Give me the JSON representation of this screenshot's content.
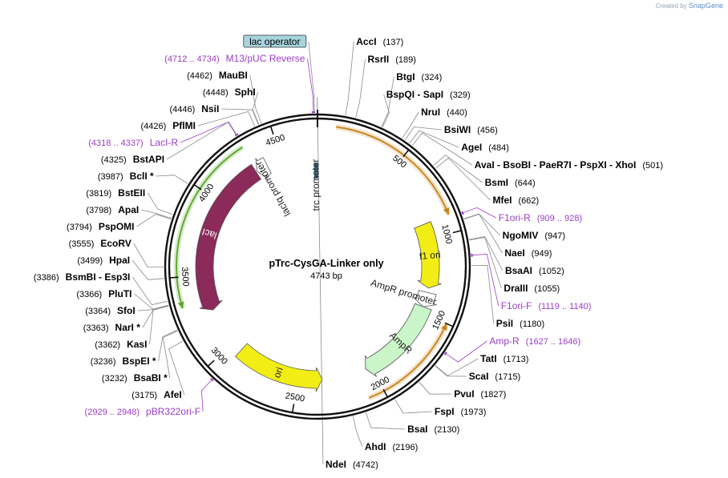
{
  "credit": {
    "prefix": "Created by",
    "brand": "SnapGene"
  },
  "plasmid": {
    "name": "pTrc-CysGA-Linker only",
    "length": "4743 bp",
    "total_bp": 4743
  },
  "ticks": [
    {
      "bp": 500,
      "label": "500"
    },
    {
      "bp": 1000,
      "label": "1000"
    },
    {
      "bp": 1500,
      "label": "1500"
    },
    {
      "bp": 2000,
      "label": "2000"
    },
    {
      "bp": 2500,
      "label": "2500"
    },
    {
      "bp": 3000,
      "label": "3000"
    },
    {
      "bp": 3500,
      "label": "3500"
    },
    {
      "bp": 4000,
      "label": "4000"
    },
    {
      "bp": 4500,
      "label": "4500"
    }
  ],
  "features": [
    {
      "name": "lacI",
      "start": 3260,
      "end": 4310,
      "color": "#8c2a5a",
      "track": "inner",
      "direction": "ccw"
    },
    {
      "name": "lacIq promoter",
      "start": 4318,
      "end": 4395,
      "color": "#ffffff",
      "track": "inner",
      "direction": "ccw"
    },
    {
      "name": "f1 ori",
      "start": 900,
      "end": 1330,
      "color": "#f2ee15",
      "track": "inner",
      "direction": "cw"
    },
    {
      "name": "AmpR promoter",
      "start": 1360,
      "end": 1460,
      "color": "#ffffff",
      "track": "inner",
      "direction": "cw"
    },
    {
      "name": "AmpR",
      "start": 1460,
      "end": 2040,
      "color": "#c9f5c9",
      "track": "inner",
      "direction": "cw"
    },
    {
      "name": "ori",
      "start": 2340,
      "end": 2930,
      "color": "#f2ee15",
      "track": "inner",
      "direction": "ccw"
    },
    {
      "name": "trc promoter",
      "start": 4730,
      "end": 4735,
      "color": "#3a6f8a",
      "track": "inner",
      "direction": "cw"
    }
  ],
  "orfs": [
    {
      "start": 100,
      "end": 900,
      "color": "#c7831a",
      "direction": "cw"
    },
    {
      "start": 1500,
      "end": 2090,
      "color": "#c7831a",
      "direction": "ccw"
    },
    {
      "start": 3330,
      "end": 4320,
      "color": "#5ba82a",
      "direction": "ccw"
    }
  ],
  "labels": [
    {
      "kind": "site",
      "name": "NdeI",
      "pos": "(4742)",
      "star": "",
      "bp": 4742,
      "side": "right"
    },
    {
      "kind": "site",
      "name": "AccI",
      "pos": "(137)",
      "star": "",
      "bp": 137,
      "side": "right"
    },
    {
      "kind": "site",
      "name": "RsrII",
      "pos": "(189)",
      "star": "",
      "bp": 189,
      "side": "right"
    },
    {
      "kind": "site",
      "name": "BtgI",
      "pos": "(324)",
      "star": "",
      "bp": 324,
      "side": "right"
    },
    {
      "kind": "site",
      "name": "BspQI - SapI",
      "pos": "(329)",
      "star": "",
      "bp": 329,
      "side": "right"
    },
    {
      "kind": "site",
      "name": "NruI",
      "pos": "(440)",
      "star": "",
      "bp": 440,
      "side": "right"
    },
    {
      "kind": "site",
      "name": "BsiWI",
      "pos": "(456)",
      "star": "",
      "bp": 456,
      "side": "right"
    },
    {
      "kind": "site",
      "name": "AgeI",
      "pos": "(484)",
      "star": "",
      "bp": 484,
      "side": "right"
    },
    {
      "kind": "site",
      "name": "AvaI - BsoBI - PaeR7I - PspXI - XhoI",
      "pos": "(501)",
      "star": "",
      "bp": 501,
      "side": "right"
    },
    {
      "kind": "site",
      "name": "BsmI",
      "pos": "(644)",
      "star": "",
      "bp": 644,
      "side": "right"
    },
    {
      "kind": "site",
      "name": "MfeI",
      "pos": "(662)",
      "star": "",
      "bp": 662,
      "side": "right"
    },
    {
      "kind": "primer",
      "name": "F1ori-R",
      "pos": "(909 .. 928)",
      "star": "",
      "bp": 918,
      "side": "right"
    },
    {
      "kind": "site",
      "name": "NgoMIV",
      "pos": "(947)",
      "star": "",
      "bp": 947,
      "side": "right"
    },
    {
      "kind": "site",
      "name": "NaeI",
      "pos": "(949)",
      "star": "",
      "bp": 949,
      "side": "right"
    },
    {
      "kind": "site",
      "name": "BsaAI",
      "pos": "(1052)",
      "star": "",
      "bp": 1052,
      "side": "right"
    },
    {
      "kind": "site",
      "name": "DraIII",
      "pos": "(1055)",
      "star": "",
      "bp": 1055,
      "side": "right"
    },
    {
      "kind": "primer",
      "name": "F1ori-F",
      "pos": "(1119 .. 1140)",
      "star": "",
      "bp": 1130,
      "side": "right"
    },
    {
      "kind": "site",
      "name": "PsiI",
      "pos": "(1180)",
      "star": "",
      "bp": 1180,
      "side": "right"
    },
    {
      "kind": "primer",
      "name": "Amp-R",
      "pos": "(1627 .. 1646)",
      "star": "",
      "bp": 1636,
      "side": "right"
    },
    {
      "kind": "site",
      "name": "TatI",
      "pos": "(1713)",
      "star": "",
      "bp": 1713,
      "side": "right"
    },
    {
      "kind": "site",
      "name": "ScaI",
      "pos": "(1715)",
      "star": "",
      "bp": 1715,
      "side": "right"
    },
    {
      "kind": "site",
      "name": "PvuI",
      "pos": "(1827)",
      "star": "",
      "bp": 1827,
      "side": "right"
    },
    {
      "kind": "site",
      "name": "FspI",
      "pos": "(1973)",
      "star": "",
      "bp": 1973,
      "side": "right"
    },
    {
      "kind": "site",
      "name": "BsaI",
      "pos": "(2130)",
      "star": "",
      "bp": 2130,
      "side": "right"
    },
    {
      "kind": "site",
      "name": "AhdI",
      "pos": "(2196)",
      "star": "",
      "bp": 2196,
      "side": "right"
    },
    {
      "kind": "primer",
      "name": "pBR322ori-F",
      "pos": "(2929 .. 2948)",
      "star": "",
      "bp": 2938,
      "side": "left"
    },
    {
      "kind": "site",
      "name": "AfeI",
      "pos": "(3175)",
      "star": "",
      "bp": 3175,
      "side": "left"
    },
    {
      "kind": "site",
      "name": "BsaBI",
      "pos": "(3232)",
      "star": "*",
      "bp": 3232,
      "side": "left"
    },
    {
      "kind": "site",
      "name": "BspEI",
      "pos": "(3236)",
      "star": "*",
      "bp": 3236,
      "side": "left"
    },
    {
      "kind": "site",
      "name": "KasI",
      "pos": "(3362)",
      "star": "",
      "bp": 3362,
      "side": "left"
    },
    {
      "kind": "site",
      "name": "NarI",
      "pos": "(3363)",
      "star": "*",
      "bp": 3363,
      "side": "left"
    },
    {
      "kind": "site",
      "name": "SfoI",
      "pos": "(3364)",
      "star": "",
      "bp": 3364,
      "side": "left"
    },
    {
      "kind": "site",
      "name": "PluTI",
      "pos": "(3366)",
      "star": "",
      "bp": 3366,
      "side": "left"
    },
    {
      "kind": "site",
      "name": "BsmBI - Esp3I",
      "pos": "(3386)",
      "star": "",
      "bp": 3386,
      "side": "left"
    },
    {
      "kind": "site",
      "name": "HpaI",
      "pos": "(3499)",
      "star": "",
      "bp": 3499,
      "side": "left"
    },
    {
      "kind": "site",
      "name": "EcoRV",
      "pos": "(3555)",
      "star": "",
      "bp": 3555,
      "side": "left"
    },
    {
      "kind": "site",
      "name": "PspOMI",
      "pos": "(3794)",
      "star": "",
      "bp": 3794,
      "side": "left"
    },
    {
      "kind": "site",
      "name": "ApaI",
      "pos": "(3798)",
      "star": "",
      "bp": 3798,
      "side": "left"
    },
    {
      "kind": "site",
      "name": "BstEII",
      "pos": "(3819)",
      "star": "",
      "bp": 3819,
      "side": "left"
    },
    {
      "kind": "site",
      "name": "BclI",
      "pos": "(3987)",
      "star": "*",
      "bp": 3987,
      "side": "left"
    },
    {
      "kind": "primer",
      "name": "LacI-R",
      "pos": "(4318 .. 4337)",
      "star": "",
      "bp": 4328,
      "side": "left"
    },
    {
      "kind": "site",
      "name": "BstAPI",
      "pos": "(4325)",
      "star": "",
      "bp": 4325,
      "side": "left"
    },
    {
      "kind": "site",
      "name": "PflMI",
      "pos": "(4426)",
      "star": "",
      "bp": 4426,
      "side": "left"
    },
    {
      "kind": "site",
      "name": "NsiI",
      "pos": "(4446)",
      "star": "",
      "bp": 4446,
      "side": "left"
    },
    {
      "kind": "site",
      "name": "SphI",
      "pos": "(4448)",
      "star": "",
      "bp": 4448,
      "side": "left"
    },
    {
      "kind": "site",
      "name": "MauBI",
      "pos": "(4462)",
      "star": "",
      "bp": 4462,
      "side": "left"
    },
    {
      "kind": "primer",
      "name": "M13/pUC Reverse",
      "pos": "(4712 .. 4734)",
      "star": "",
      "bp": 4723,
      "side": "left"
    },
    {
      "kind": "box",
      "name": "lac operator",
      "pos": "",
      "star": "",
      "bp": 4728,
      "side": "left"
    }
  ],
  "colors": {
    "site_text": "#000000",
    "primer_text": "#9b3bc9",
    "primer_mark": "#9b3bc9",
    "box_fill": "#a7d4df",
    "ring": "#111111",
    "leader": "#8a8a8a"
  }
}
